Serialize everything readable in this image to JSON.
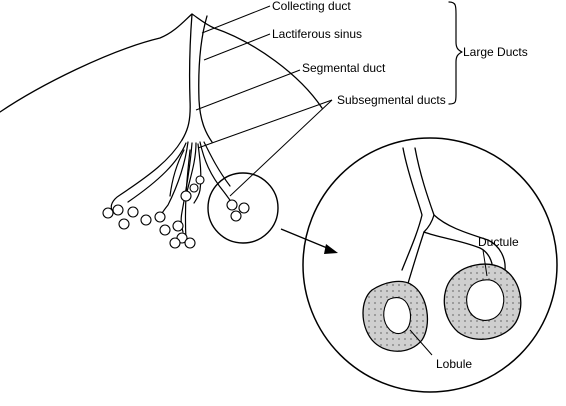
{
  "labels": {
    "collecting_duct": "Collecting duct",
    "lactiferous_sinus": "Lactiferous sinus",
    "segmental_duct": "Segmental duct",
    "subsegmental_ducts": "Subsegmental ducts",
    "large_ducts": "Large Ducts",
    "ductule": "Ductule",
    "lobule": "Lobule"
  }
}
